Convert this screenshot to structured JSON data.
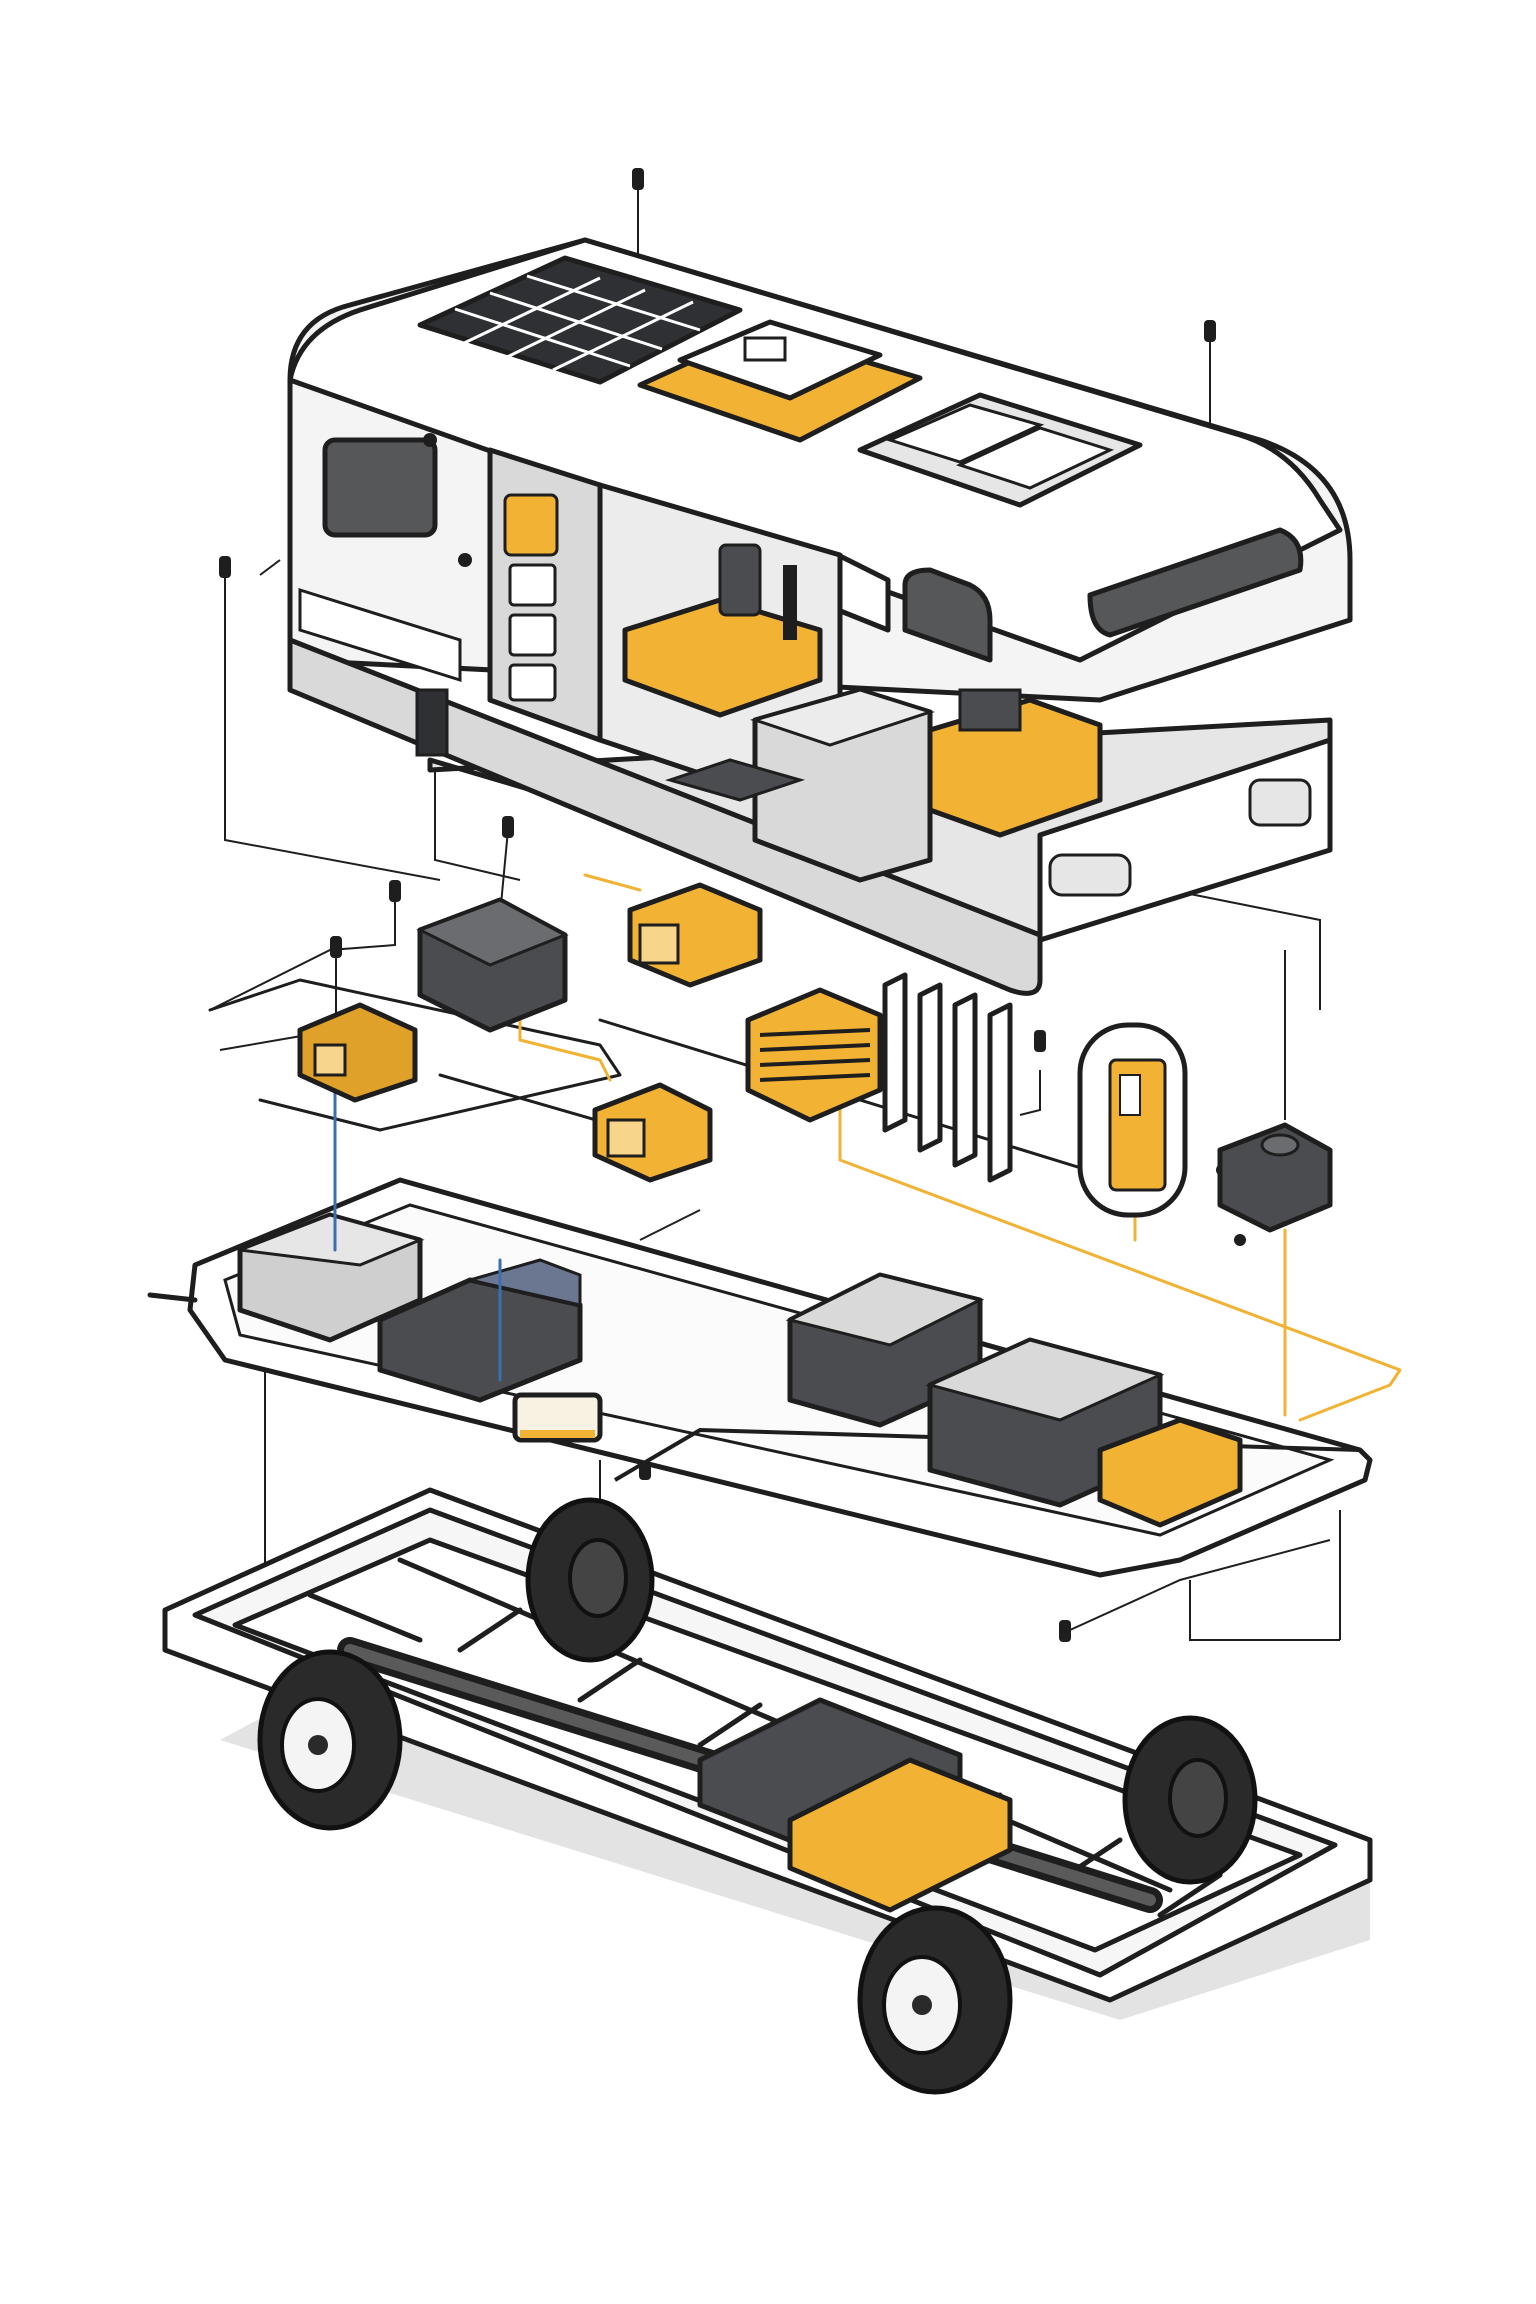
{
  "diagram": {
    "kind": "exploded-isometric-camper-van",
    "layers": [
      "camper-body",
      "electrical-components",
      "utility-floor",
      "chassis"
    ],
    "labels": []
  },
  "colors": {
    "outline": "#1e1e1e",
    "body_white": "#f4f4f4",
    "panel_grey": "#d9d9d9",
    "dark_grey": "#4a4c50",
    "accent_yellow": "#f2b233",
    "wire_yellow": "#f2b233",
    "wire_blue": "#3c6fb0",
    "shadow": "#e3e3e3",
    "solar_cell": "#2f3033",
    "tire": "#2a2a2a"
  },
  "icons": {
    "solar": "solar-panel-icon",
    "battery": "battery-icon",
    "inverter": "inverter-icon",
    "fuse": "fuse-icon",
    "tank": "water-tank-icon",
    "wheel": "wheel-icon"
  }
}
